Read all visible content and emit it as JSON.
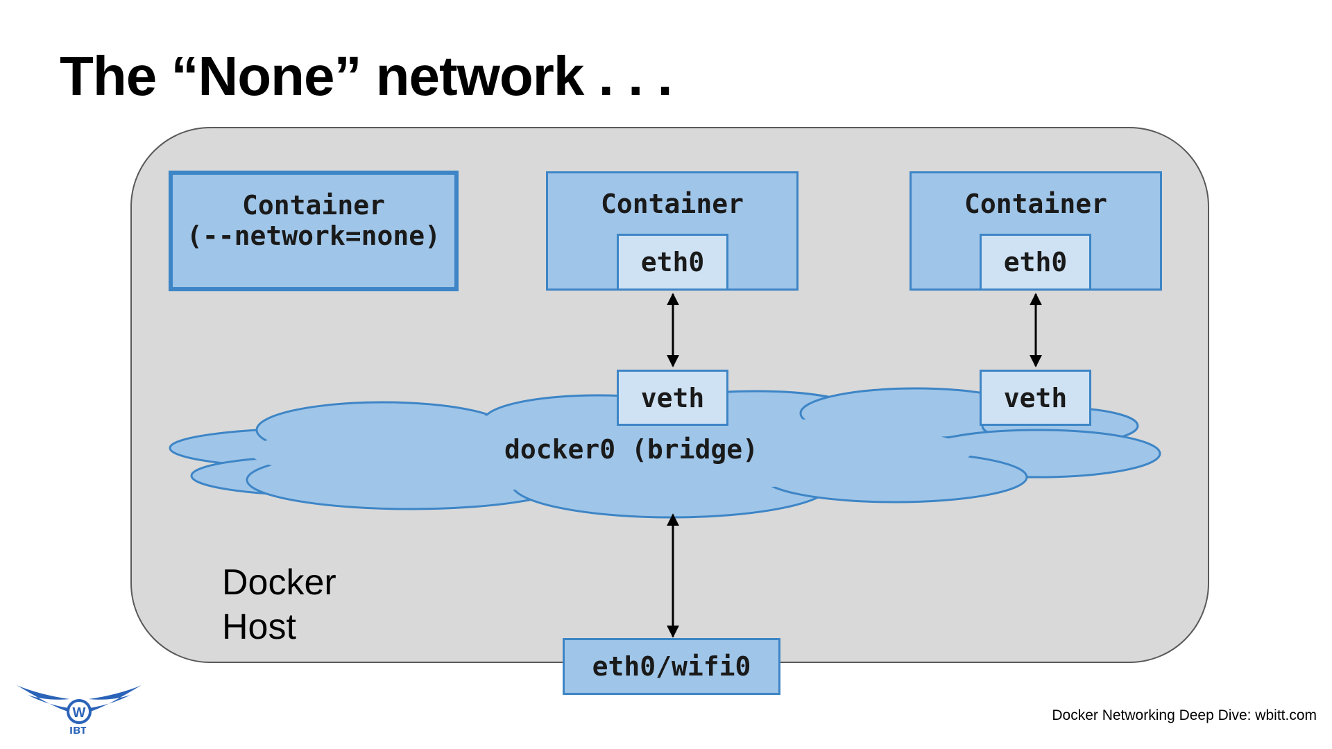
{
  "title": "The “None” network . . .",
  "host_label_line1": "Docker",
  "host_label_line2": "Host",
  "container_none": {
    "label": "Container",
    "sublabel": "(--network=none)"
  },
  "container_a": {
    "label": "Container",
    "interface": "eth0",
    "veth": "veth"
  },
  "container_b": {
    "label": "Container",
    "interface": "eth0",
    "veth": "veth"
  },
  "bridge_label": "docker0 (bridge)",
  "host_interface": "eth0/wifi0",
  "footer": "Docker Networking Deep Dive: wbitt.com",
  "logo_letter": "W",
  "logo_text": "ıвт",
  "colors": {
    "box_fill": "#9fc5e8",
    "box_border": "#3d85c6",
    "inner_fill": "#cfe2f3",
    "host_fill": "#d9d9d9"
  }
}
